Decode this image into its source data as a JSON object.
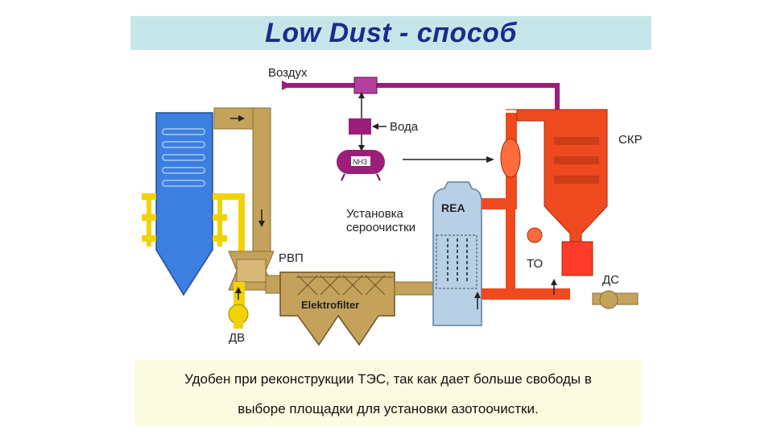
{
  "title": "Low Dust - способ",
  "labels": {
    "air": "Воздух",
    "water": "Вода",
    "nh3": "NH3",
    "scr": "СКР",
    "desulfurization_line1": "Установка",
    "desulfurization_line2": "сероочистки",
    "rea": "REA",
    "rvp": "РВП",
    "to": "ТО",
    "ds": "ДС",
    "dv": "ДВ",
    "electrofilter": "Elektrofilter"
  },
  "caption": {
    "line1": "Удобен при реконструкции ТЭС, так как дает больше свободы в",
    "line2": "выборе площадки для установки азотоочистки."
  },
  "colors": {
    "title_bg": "#c5e6e8",
    "title_text": "#1c2b8c",
    "boiler": "#3d7fe0",
    "duct": "#c4a25c",
    "air_pipe": "#9a1e7a",
    "scr": "#ef4a1f",
    "scrubber": "#b8d0e6",
    "air_supply": "#f2d200",
    "caption_bg": "#fbfbe2"
  }
}
